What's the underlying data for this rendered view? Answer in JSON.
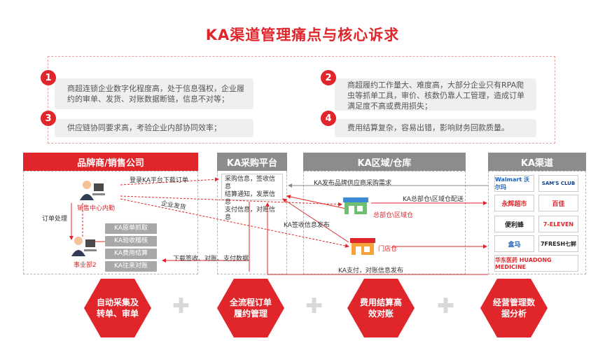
{
  "title": "KA渠道管理痛点与核心诉求",
  "pain_points": [
    {
      "num": "1",
      "text": "商超连锁企业数字化程度高，处于信息强权，企业履约的审单、发货、对账数据断链，信息不对等；"
    },
    {
      "num": "2",
      "text": "商超履约工作量大、难度高，大部分企业只有RPA爬虫等抓单工具，审价、核数仍靠人工管理，造成订单满足度不高或费用损失；"
    },
    {
      "num": "3",
      "text": "供应链协同要求高，考验企业内部协同效率；"
    },
    {
      "num": "4",
      "text": "费用结算复杂，容易出错，影响财务回款质量。"
    }
  ],
  "columns": {
    "brand": "品牌商/销售公司",
    "platform": "KA采购平台",
    "region": "KA区域/仓库",
    "channel": "KA渠道"
  },
  "platform_info": [
    "采购信息，签收信息",
    "结算通知，发票信息",
    "支付信息，对账信息"
  ],
  "brand_nodes": {
    "sales_center": "销售中心内勤",
    "division": "事业部2",
    "order_processing": "订单处理"
  },
  "tags": [
    "KA原单抓取",
    "KA验收稽核",
    "KA费用结算",
    "KA往来对账"
  ],
  "flow_labels": {
    "login": "登录KA平台下载订单",
    "enterprise_ship": "企业发货",
    "download": "下载签收、对账、支付数据",
    "publish_demand": "KA发布品牌供应商采购需求",
    "dc_delivery": "KA总部仓\\区域仓配送",
    "sign_publish": "KA签收信息发布",
    "pay_publish": "KA支付，对账信息发布"
  },
  "warehouses": {
    "dc": "总部仓\\区域仓",
    "store": "门店仓"
  },
  "brands": [
    [
      "Walmart 沃尔玛",
      "SAM'S CLUB"
    ],
    [
      "永辉超市",
      "百佳"
    ],
    [
      "便利蜂",
      "7-ELEVEN"
    ],
    [
      "盒马",
      "7FRESH七鲜"
    ],
    [
      "华东医药 HUADONG MEDICINE"
    ]
  ],
  "features": [
    "自动采集及转单、审单",
    "全流程订单履约管理",
    "费用结算高效对账",
    "经营管理数据分析"
  ],
  "colors": {
    "accent": "#e0262b",
    "gray_head": "#8c8c8c"
  }
}
